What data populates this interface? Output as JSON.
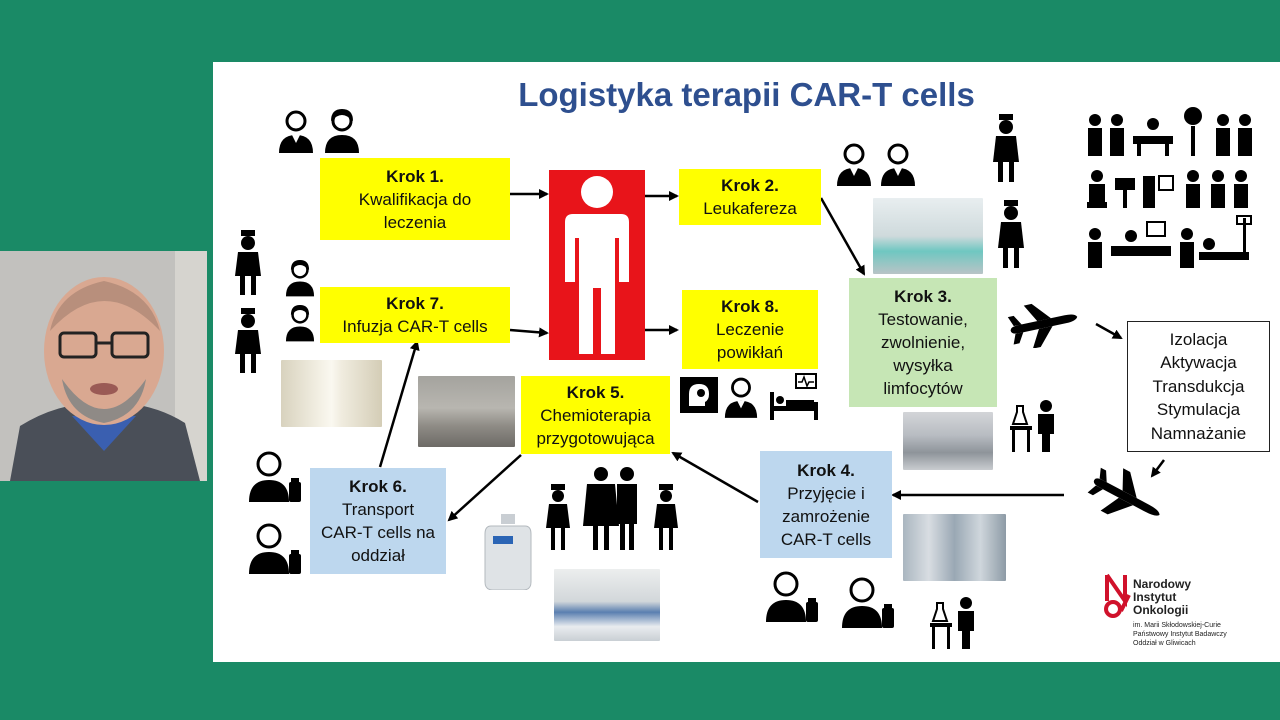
{
  "slide": {
    "title": "Logistyka terapii CAR-T cells"
  },
  "steps": [
    {
      "label": "Krok 1.",
      "text": "Kwalifikacja do\nleczenia"
    },
    {
      "label": "Krok 2.",
      "text": "Leukafereza"
    },
    {
      "label": "Krok 3.",
      "text": "Testowanie,\nzwolnienie,\nwysyłka\nlimfocytów"
    },
    {
      "label": "Krok 4.",
      "text": "Przyjęcie i\nzamrożenie\nCAR-T cells"
    },
    {
      "label": "Krok 5.",
      "text": "Chemioterapia\nprzygotowująca"
    },
    {
      "label": "Krok 6.",
      "text": "Transport\nCAR-T cells na\noddział"
    },
    {
      "label": "Krok 7.",
      "text": "Infuzja CAR-T cells"
    },
    {
      "label": "Krok 8.",
      "text": "Leczenie\npowikłań"
    }
  ],
  "lab_process": [
    "Izolacja",
    "Aktywacja",
    "Transdukcja",
    "Stymulacja",
    "Namnażanie"
  ],
  "logo": {
    "name": "Narodowy\nInstytut\nOnkologii",
    "subtitle": "im. Marii Skłodowskiej-Curie\nPaństwowy Instytut Badawczy\nOddział w Gliwicach"
  },
  "icons": {
    "patient": "person-silhouette-icon",
    "doctor": "doctor-icon",
    "nurse": "nurse-icon",
    "airplane": "airplane-icon",
    "lab_worker": "lab-worker-icon",
    "pharmacist": "pharmacist-icon"
  },
  "colors": {
    "background": "#1a8a66",
    "title": "#2e4f8f",
    "yellow": "#ffff00",
    "blue": "#bdd7ee",
    "green": "#c6e6b5",
    "red": "#e8141a"
  }
}
